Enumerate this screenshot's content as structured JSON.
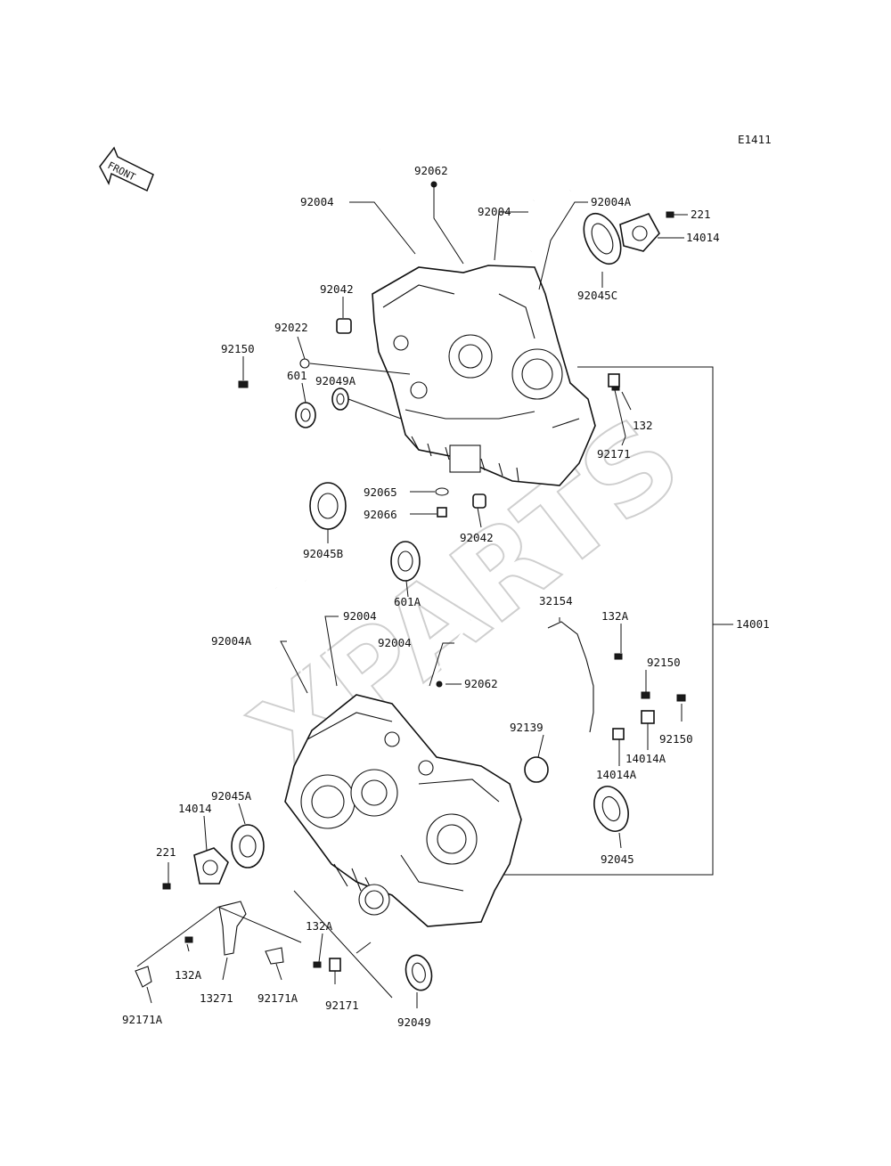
{
  "diagram": {
    "code": "E1411",
    "front_label": "FRONT",
    "watermark": "XPARTS",
    "callouts": [
      {
        "id": "c01",
        "text": "92004"
      },
      {
        "id": "c02",
        "text": "92062"
      },
      {
        "id": "c03",
        "text": "92004"
      },
      {
        "id": "c04",
        "text": "92004A"
      },
      {
        "id": "c05",
        "text": "221"
      },
      {
        "id": "c06",
        "text": "14014"
      },
      {
        "id": "c07",
        "text": "92045C"
      },
      {
        "id": "c08",
        "text": "92042"
      },
      {
        "id": "c09",
        "text": "92022"
      },
      {
        "id": "c10",
        "text": "92150"
      },
      {
        "id": "c11",
        "text": "92049A"
      },
      {
        "id": "c12",
        "text": "601"
      },
      {
        "id": "c13",
        "text": "132"
      },
      {
        "id": "c14",
        "text": "92171"
      },
      {
        "id": "c15",
        "text": "92065"
      },
      {
        "id": "c16",
        "text": "92066"
      },
      {
        "id": "c17",
        "text": "92042"
      },
      {
        "id": "c18",
        "text": "92045B"
      },
      {
        "id": "c19",
        "text": "601A"
      },
      {
        "id": "c20",
        "text": "14001"
      },
      {
        "id": "c21",
        "text": "32154"
      },
      {
        "id": "c22",
        "text": "132A"
      },
      {
        "id": "c23",
        "text": "92004"
      },
      {
        "id": "c24",
        "text": "92004A"
      },
      {
        "id": "c25",
        "text": "92004"
      },
      {
        "id": "c26",
        "text": "92150"
      },
      {
        "id": "c27",
        "text": "92062"
      },
      {
        "id": "c28",
        "text": "92139"
      },
      {
        "id": "c29",
        "text": "92150"
      },
      {
        "id": "c30",
        "text": "14014A"
      },
      {
        "id": "c31",
        "text": "14014A"
      },
      {
        "id": "c32",
        "text": "92045A"
      },
      {
        "id": "c33",
        "text": "14014"
      },
      {
        "id": "c34",
        "text": "92045"
      },
      {
        "id": "c35",
        "text": "221"
      },
      {
        "id": "c36",
        "text": "132A"
      },
      {
        "id": "c37",
        "text": "132A"
      },
      {
        "id": "c38",
        "text": "13271"
      },
      {
        "id": "c39",
        "text": "92171A"
      },
      {
        "id": "c40",
        "text": "92171"
      },
      {
        "id": "c41",
        "text": "92049"
      },
      {
        "id": "c42",
        "text": "92171A"
      }
    ]
  }
}
